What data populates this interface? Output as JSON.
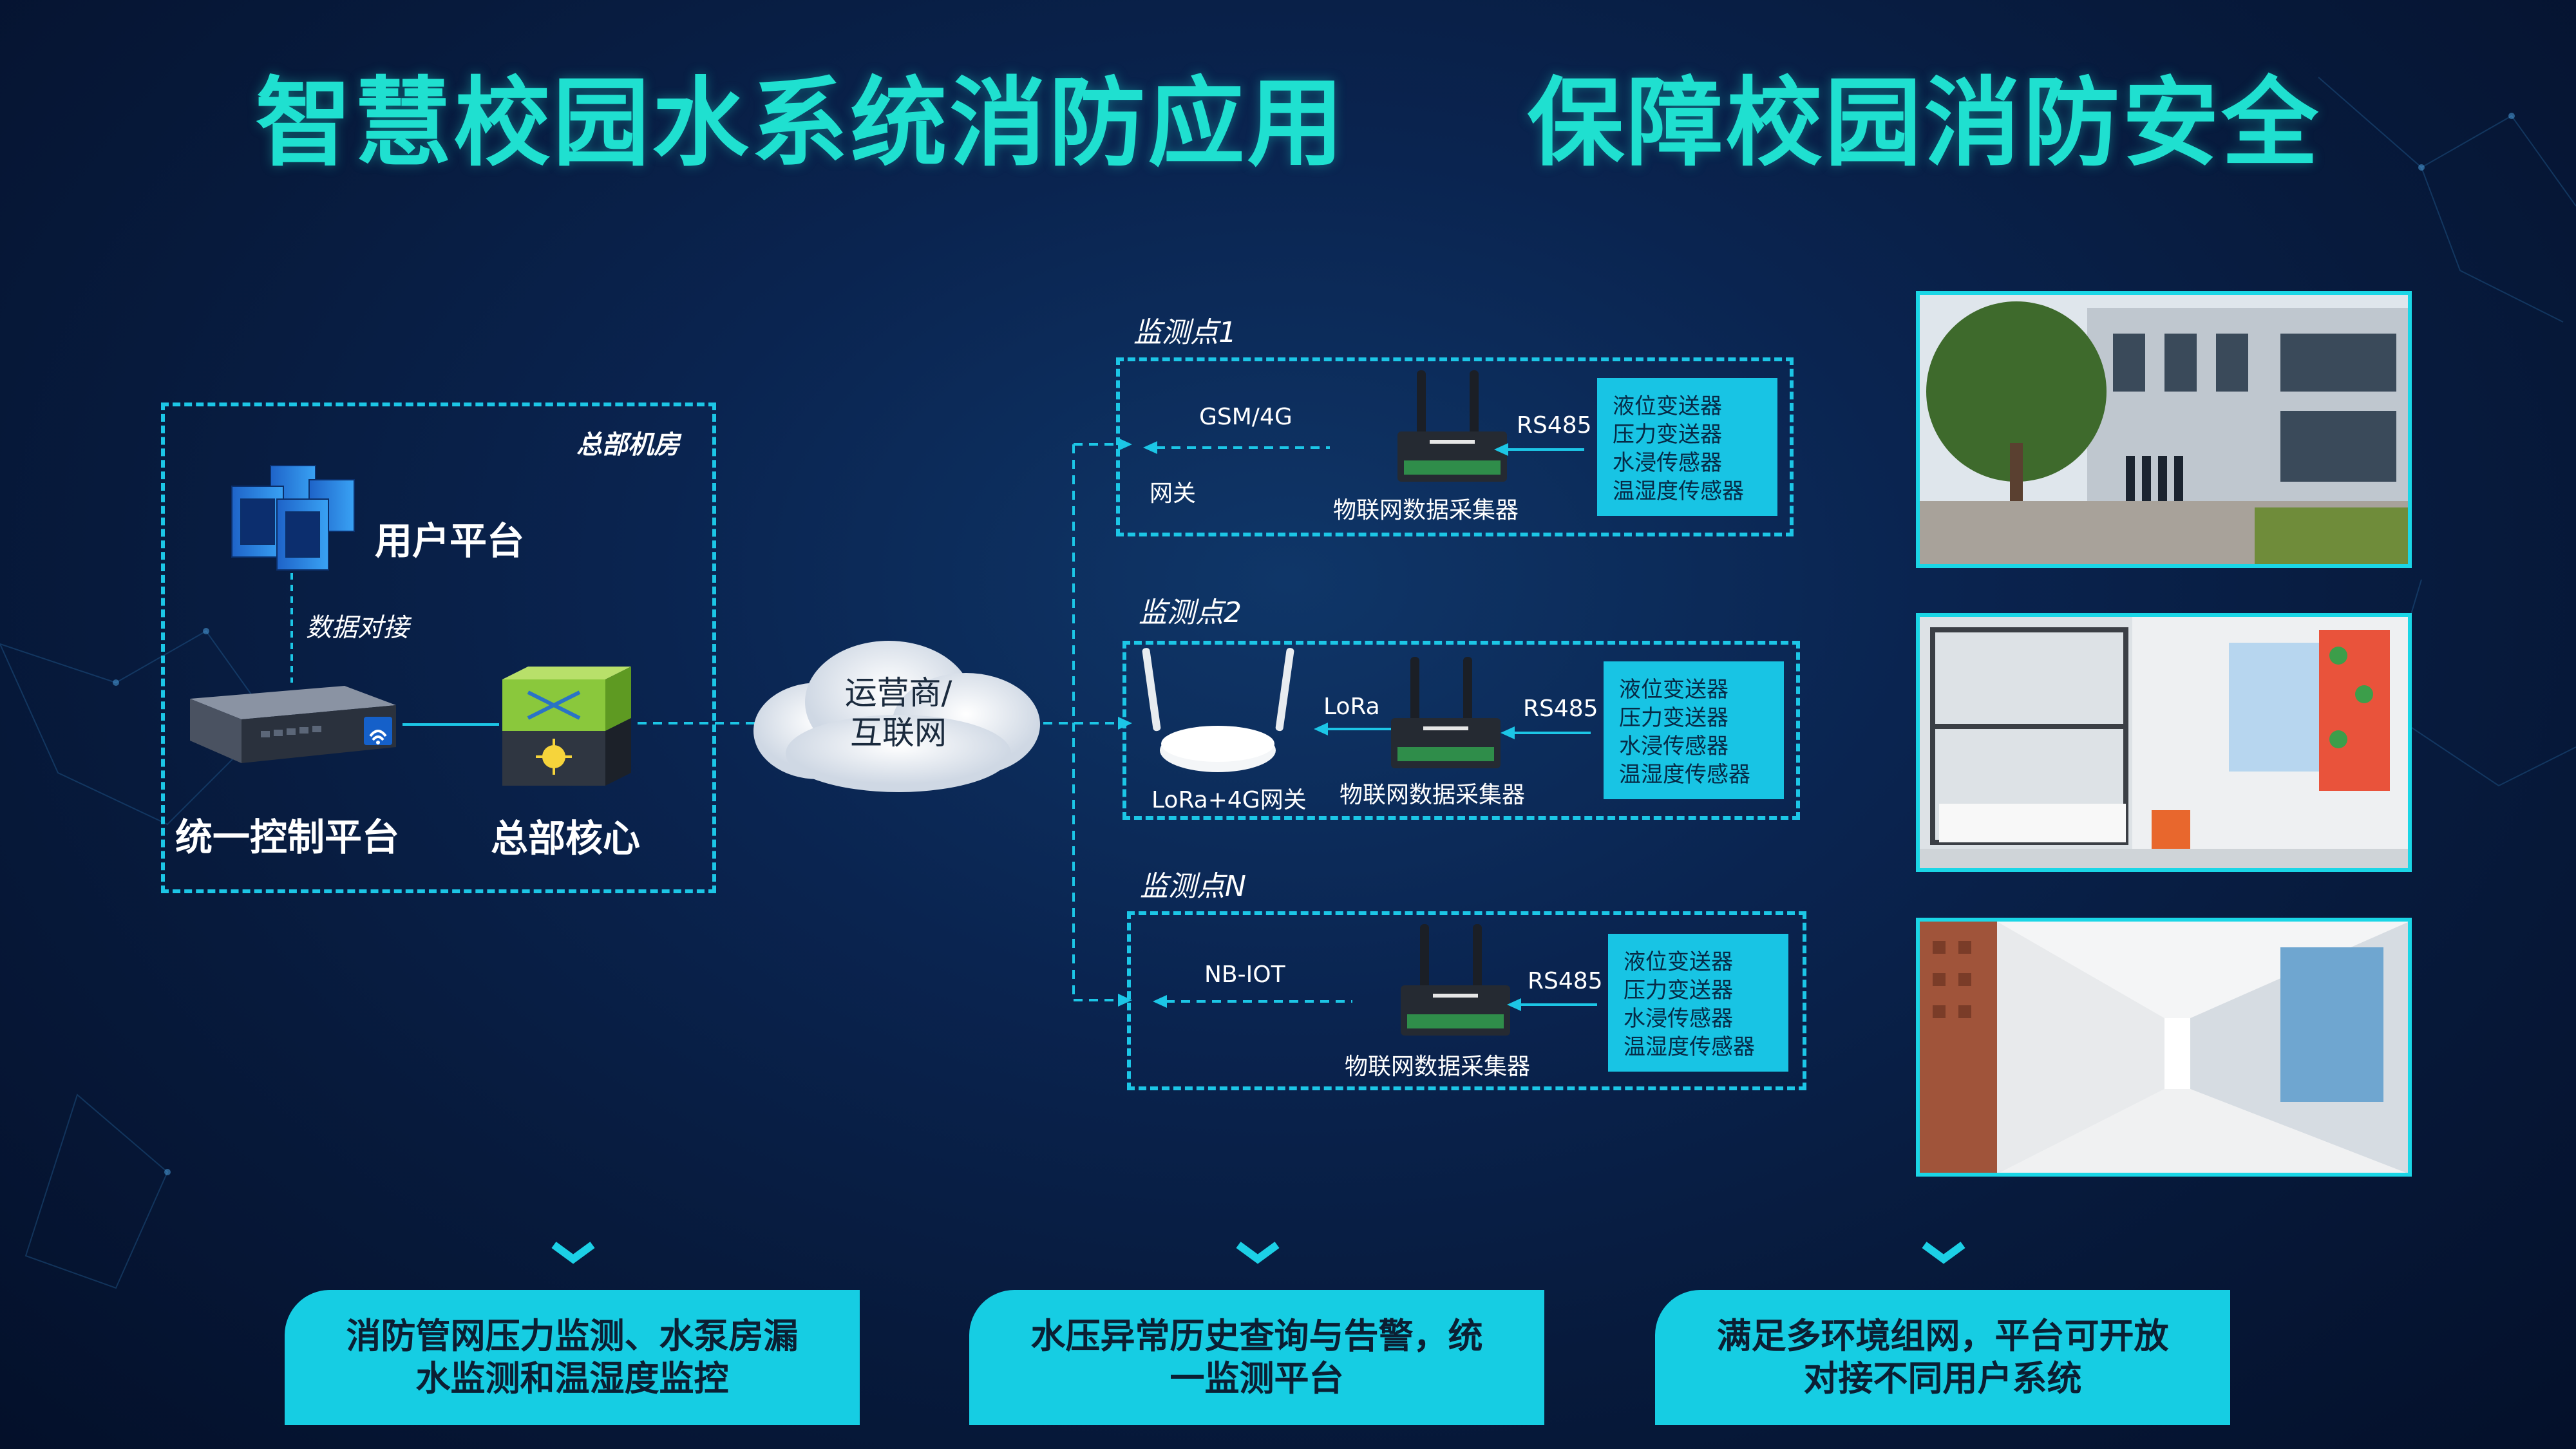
{
  "title": "智慧校园水系统消防应用     保障校园消防安全",
  "hq": {
    "room_label": "总部机房",
    "user_platform": "用户平台",
    "data_link": "数据对接",
    "control_platform": "统一控制平台",
    "core": "总部核心"
  },
  "cloud": {
    "line1": "运营商/",
    "line2": "互联网"
  },
  "sites": [
    {
      "title": "监测点1",
      "link": "GSM/4G",
      "gateway": "网关",
      "bus": "RS485",
      "collector": "物联网数据采集器",
      "sensors": [
        "液位变送器",
        "压力变送器",
        "水浸传感器",
        "温湿度传感器"
      ]
    },
    {
      "title": "监测点2",
      "link": "LoRa",
      "gateway": "LoRa+4G网关",
      "bus": "RS485",
      "collector": "物联网数据采集器",
      "sensors": [
        "液位变送器",
        "压力变送器",
        "水浸传感器",
        "温湿度传感器"
      ]
    },
    {
      "title": "监测点N",
      "link": "NB-IOT",
      "gateway": "",
      "bus": "RS485",
      "collector": "物联网数据采集器",
      "sensors": [
        "液位变送器",
        "压力变送器",
        "水浸传感器",
        "温湿度传感器"
      ]
    }
  ],
  "features": [
    {
      "line1": "消防管网压力监测、水泵房漏",
      "line2": "水监测和温湿度监控"
    },
    {
      "line1": "水压异常历史查询与告警，统",
      "line2": "一监测平台"
    },
    {
      "line1": "满足多环境组网，平台可开放",
      "line2": "对接不同用户系统"
    }
  ],
  "colors": {
    "accent": "#1cc6e6",
    "title": "#1fe0d0",
    "background": "#0a2450"
  },
  "icons": [
    "server-stack-icon",
    "rack-server-icon",
    "core-switch-icon",
    "cloud-icon",
    "iot-collector-icon",
    "router-icon",
    "chevron-down-icon"
  ]
}
